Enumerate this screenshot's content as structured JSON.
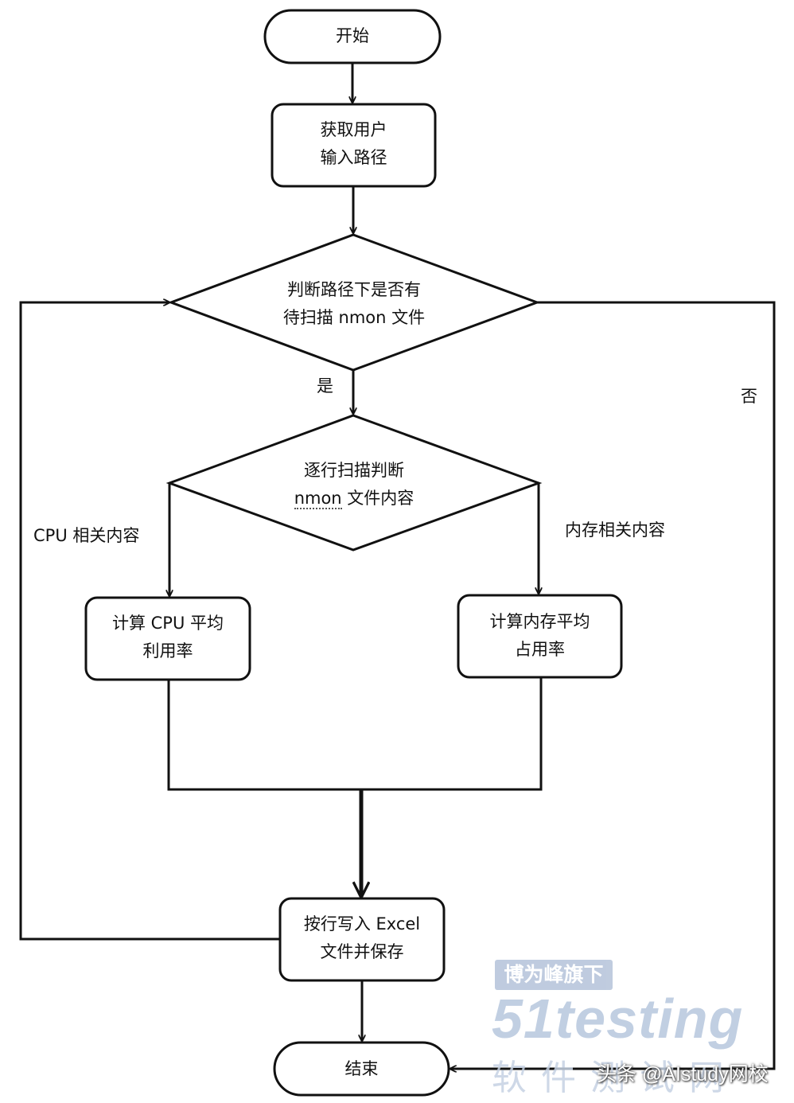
{
  "nodes": {
    "start": "开始",
    "get_input_line1": "获取用户",
    "get_input_line2": "输入路径",
    "check_files_line1": "判断路径下是否有",
    "check_files_line2": "待扫描 nmon 文件",
    "scan_line1": "逐行扫描判断",
    "scan_line2_a": "nmon",
    "scan_line2_b": " 文件内容",
    "cpu_calc_line1": "计算 CPU 平均",
    "cpu_calc_line2": "利用率",
    "mem_calc_line1": "计算内存平均",
    "mem_calc_line2": "占用率",
    "write_excel_line1": "按行写入 Excel",
    "write_excel_line2": "文件并保存",
    "end": "结束"
  },
  "edge_labels": {
    "yes": "是",
    "no": "否",
    "cpu_branch": "CPU 相关内容",
    "mem_branch": "内存相关内容"
  },
  "watermark": {
    "banner": "博为峰旗下",
    "logo": "51testing",
    "subtitle": "软件测试网",
    "credit": "头条 @AIstudy网校"
  },
  "colors": {
    "stroke": "#111111",
    "background": "#ffffff",
    "watermark": "#b7c7dd"
  }
}
